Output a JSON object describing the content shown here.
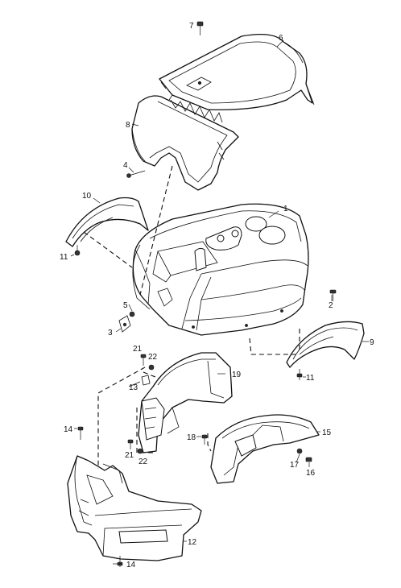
{
  "callouts": [
    {
      "id": "1",
      "label": "1"
    },
    {
      "id": "2",
      "label": "2"
    },
    {
      "id": "3",
      "label": "3"
    },
    {
      "id": "4",
      "label": "4"
    },
    {
      "id": "5",
      "label": "5"
    },
    {
      "id": "6",
      "label": "6"
    },
    {
      "id": "7",
      "label": "7"
    },
    {
      "id": "8",
      "label": "8"
    },
    {
      "id": "9",
      "label": "9"
    },
    {
      "id": "10",
      "label": "10"
    },
    {
      "id": "11a",
      "label": "11"
    },
    {
      "id": "11b",
      "label": "11"
    },
    {
      "id": "12",
      "label": "12"
    },
    {
      "id": "13",
      "label": "13"
    },
    {
      "id": "14a",
      "label": "14"
    },
    {
      "id": "14b",
      "label": "14"
    },
    {
      "id": "15",
      "label": "15"
    },
    {
      "id": "16",
      "label": "16"
    },
    {
      "id": "17",
      "label": "17"
    },
    {
      "id": "18",
      "label": "18"
    },
    {
      "id": "19",
      "label": "19"
    },
    {
      "id": "21a",
      "label": "21"
    },
    {
      "id": "21b",
      "label": "21"
    },
    {
      "id": "22a",
      "label": "22"
    },
    {
      "id": "22b",
      "label": "22"
    }
  ]
}
